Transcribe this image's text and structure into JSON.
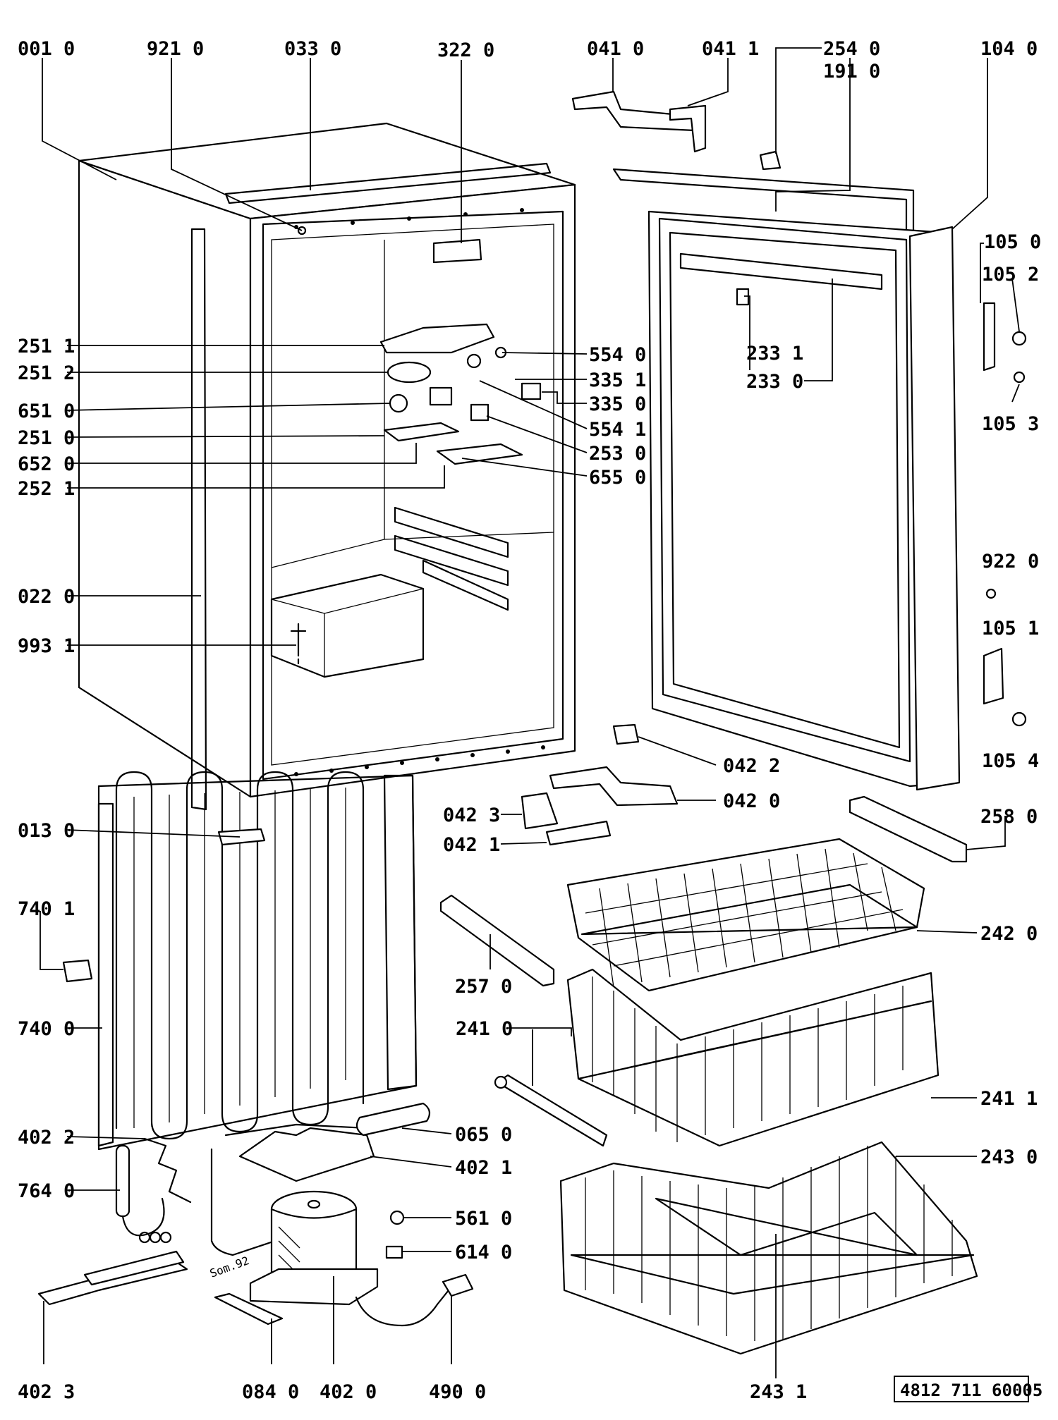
{
  "labels": {
    "p001_0": "001 0",
    "p921_0": "921 0",
    "p033_0": "033 0",
    "p322_0": "322 0",
    "p041_0": "041 0",
    "p041_1": "041 1",
    "p254_0": "254 0",
    "p191_0": "191 0",
    "p104_0": "104 0",
    "p105_0": "105 0",
    "p105_2": "105 2",
    "p105_3": "105 3",
    "p251_1": "251 1",
    "p251_2": "251 2",
    "p651_0": "651 0",
    "p251_0": "251 0",
    "p652_0": "652 0",
    "p252_1": "252 1",
    "p554_0": "554 0",
    "p335_1": "335 1",
    "p335_0": "335 0",
    "p554_1": "554 1",
    "p253_0": "253 0",
    "p655_0": "655 0",
    "p233_1": "233 1",
    "p233_0": "233 0",
    "p022_0": "022 0",
    "p993_1": "993 1",
    "p922_0": "922 0",
    "p105_1": "105 1",
    "p105_4": "105 4",
    "p042_2": "042 2",
    "p042_0": "042 0",
    "p042_3": "042 3",
    "p042_1": "042 1",
    "p013_0": "013 0",
    "p258_0": "258 0",
    "p740_1": "740 1",
    "p242_0": "242 0",
    "p257_0": "257 0",
    "p740_0": "740 0",
    "p241_0": "241 0",
    "p241_1": "241 1",
    "p065_0": "065 0",
    "p402_2": "402 2",
    "p402_1": "402 1",
    "p243_0": "243 0",
    "p764_0": "764 0",
    "p561_0": "561 0",
    "p614_0": "614 0",
    "p402_3": "402 3",
    "p084_0": "084 0",
    "p402_0": "402 0",
    "p490_0": "490 0",
    "p243_1": "243 1",
    "compressor_stamp": "Som.92"
  },
  "document_number": "4812 711 60005"
}
